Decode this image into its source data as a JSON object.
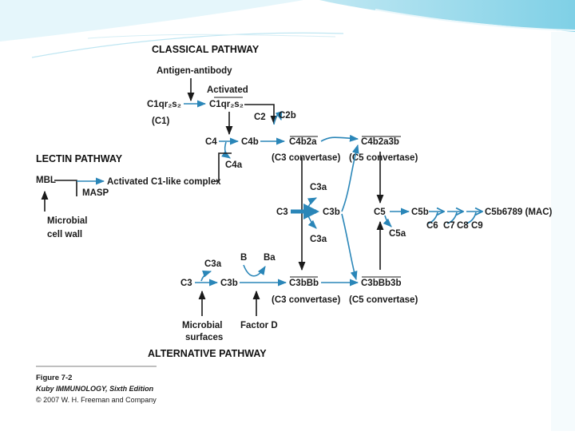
{
  "colors": {
    "pathway_blue": "#2a86b8",
    "arrow_black": "#1a1a1a",
    "banner_teal": "#7fd0e6"
  },
  "headers": {
    "classical": "CLASSICAL PATHWAY",
    "lectin": "LECTIN PATHWAY",
    "alternative": "ALTERNATIVE PATHWAY"
  },
  "nodes": {
    "antigen_antibody": "Antigen-antibody",
    "activated": "Activated",
    "c1qrs_left": "C1qr₂s₂",
    "c1_paren": "(C1)",
    "c1qrs_right": "C1qr₂s₂",
    "c2": "C2",
    "c2b": "C2b",
    "c4": "C4",
    "c4b": "C4b",
    "c4b2a": "C4b2a",
    "c4b2a3b": "C4b2a3b",
    "c4a": "C4a",
    "c3_convertase_classical": "(C3 convertase)",
    "c5_convertase_classical": "(C5 convertase)",
    "mbl": "MBL",
    "activated_c1_like": "Activated C1-like complex",
    "masp": "MASP",
    "microbial_cell_wall_1": "Microbial",
    "microbial_cell_wall_2": "cell wall",
    "c3a_top": "C3a",
    "c3": "C3",
    "c3b": "C3b",
    "c3a_mid": "C3a",
    "c5": "C5",
    "c5b": "C5b",
    "c5b6789": "C5b6789 (MAC)",
    "c6": "C6",
    "c7": "C7",
    "c8": "C8",
    "c9": "C9",
    "c5a": "C5a",
    "alt_c3a": "C3a",
    "b": "B",
    "ba": "Ba",
    "alt_c3": "C3",
    "alt_c3b": "C3b",
    "c3bbb": "C3bBb",
    "c3bbb3b": "C3bBb3b",
    "c3_convertase_alt": "(C3 convertase)",
    "c5_convertase_alt": "(C5 convertase)",
    "microbial_surfaces_1": "Microbial",
    "microbial_surfaces_2": "surfaces",
    "factor_d": "Factor D"
  },
  "caption": {
    "figure": "Figure 7-2",
    "book": "Kuby IMMUNOLOGY, Sixth Edition",
    "copyright": "© 2007 W. H. Freeman and Company"
  }
}
